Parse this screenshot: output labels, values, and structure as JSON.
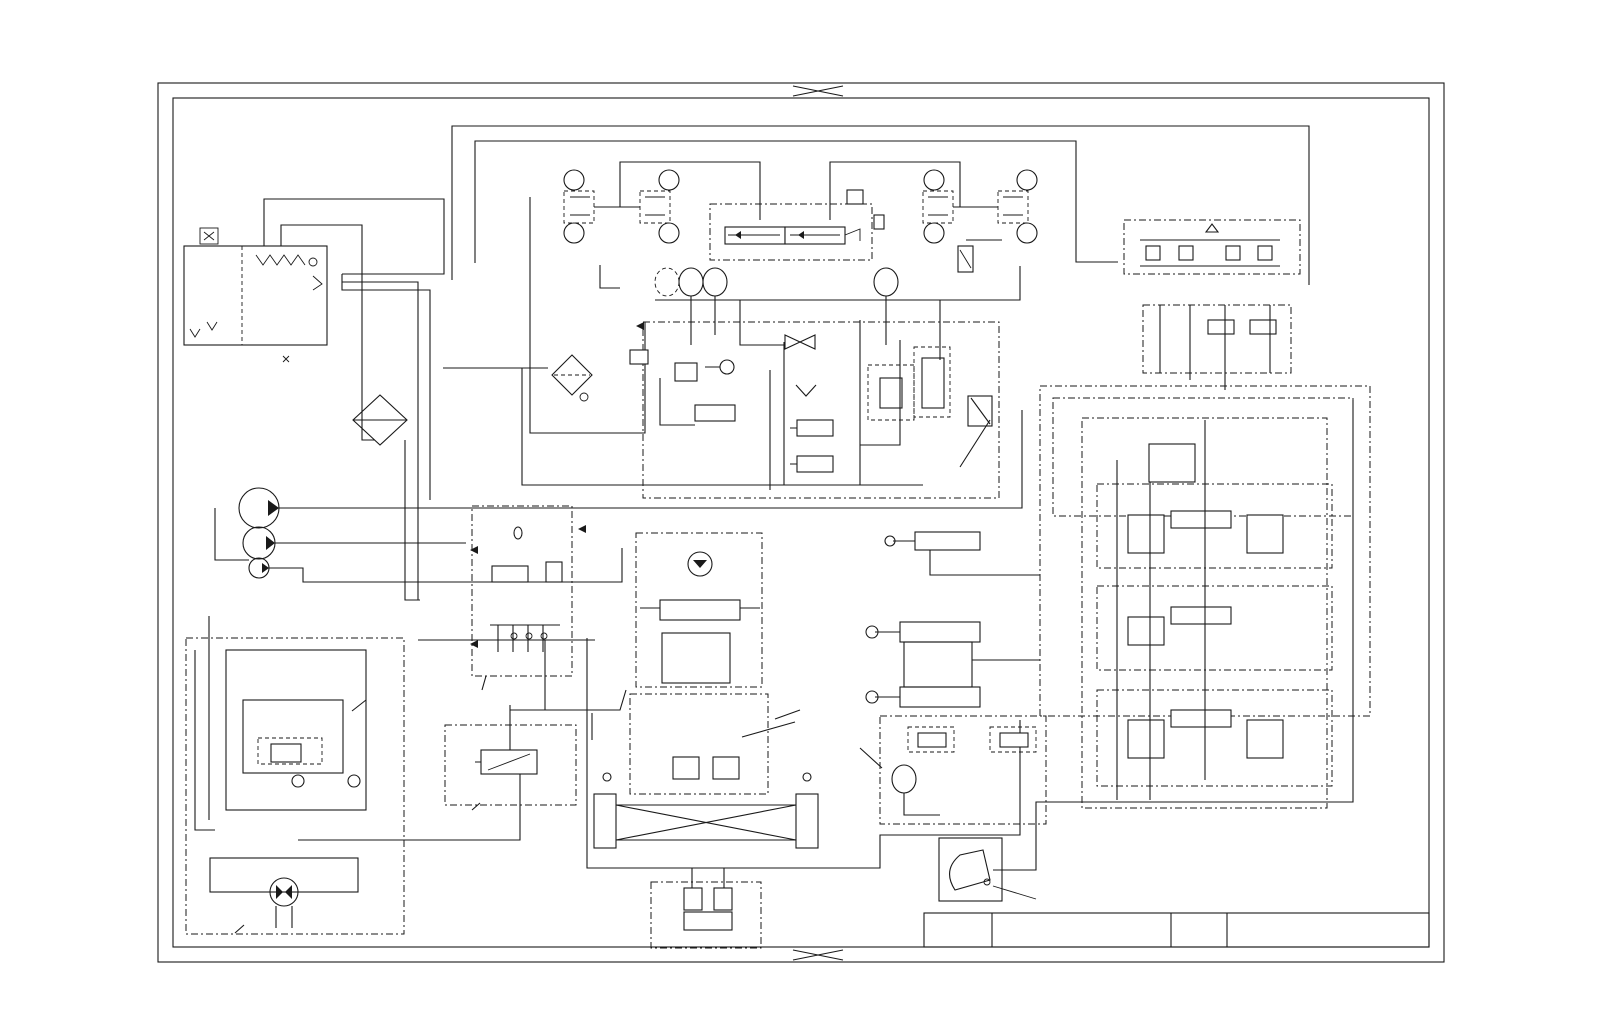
{
  "drawing": {
    "colors": {
      "line": "#1a1a1a",
      "background": "#ffffff"
    },
    "components": {
      "tank": "hydraulic-tank",
      "cooler": "oil-cooler",
      "filter": "return-filter",
      "pumps": [
        "main-pump",
        "second-pump",
        "third-pump"
      ],
      "motor": "travel-motor",
      "cylinders": [
        "boom-cylinder",
        "arm-cylinder",
        "bucket-cylinder"
      ],
      "bucket": "bucket-symbol"
    },
    "title_block": {
      "cells": [
        "",
        "",
        "",
        ""
      ]
    }
  }
}
